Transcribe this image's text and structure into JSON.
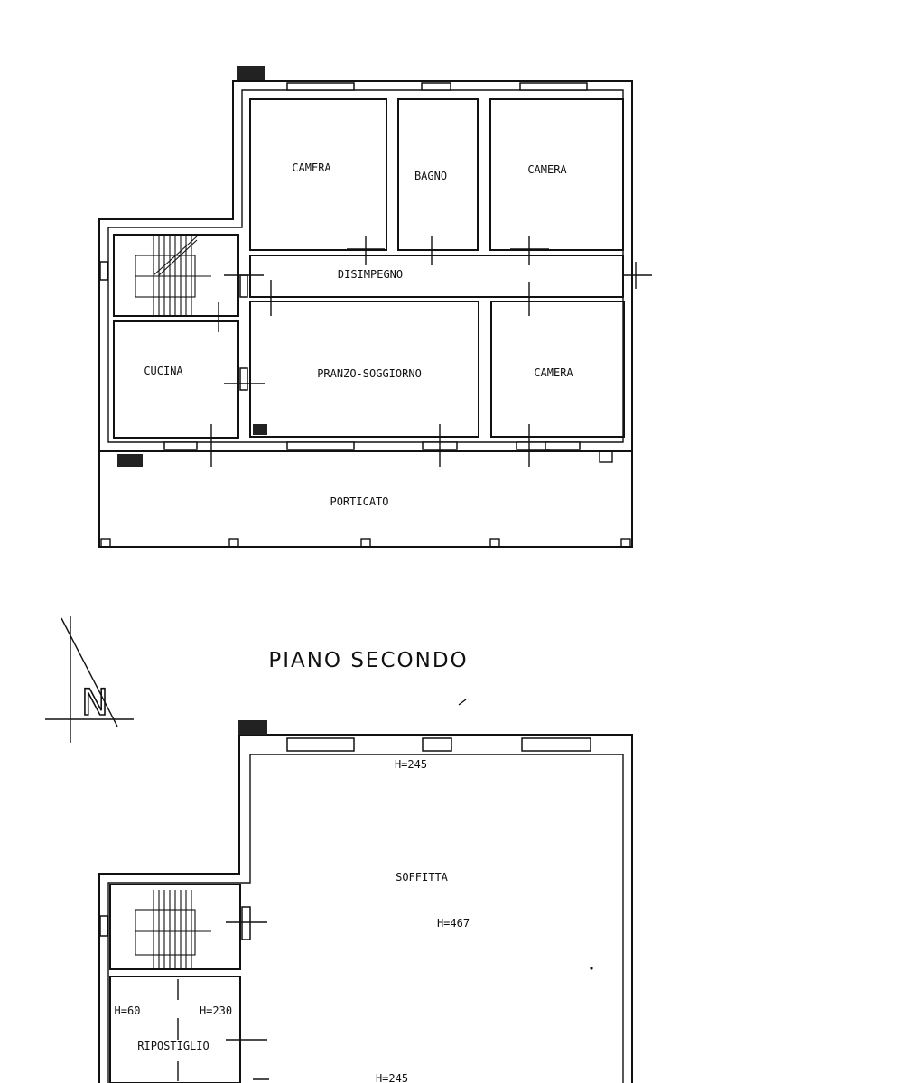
{
  "floor_title": "PIANO SECONDO",
  "north_label": "N",
  "colors": {
    "line": "#111111",
    "background": "#ffffff"
  },
  "first_floor": {
    "rooms": {
      "camera_1": "CAMERA",
      "bagno": "BAGNO",
      "camera_2": "CAMERA",
      "disimpegno": "DISIMPEGNO",
      "cucina": "CUCINA",
      "pranzo_soggiorno": "PRANZO-SOGGIORNO",
      "camera_3": "CAMERA",
      "porticato": "PORTICATO"
    }
  },
  "second_floor": {
    "rooms": {
      "soffitta": "SOFFITTA",
      "ripostiglio": "RIPOSTIGLIO"
    },
    "heights": {
      "soffitta_top": "H=245",
      "soffitta_center": "H=467",
      "soffitta_bottom": "H=245",
      "ripostiglio_left": "H=60",
      "ripostiglio_right": "H=230"
    }
  }
}
